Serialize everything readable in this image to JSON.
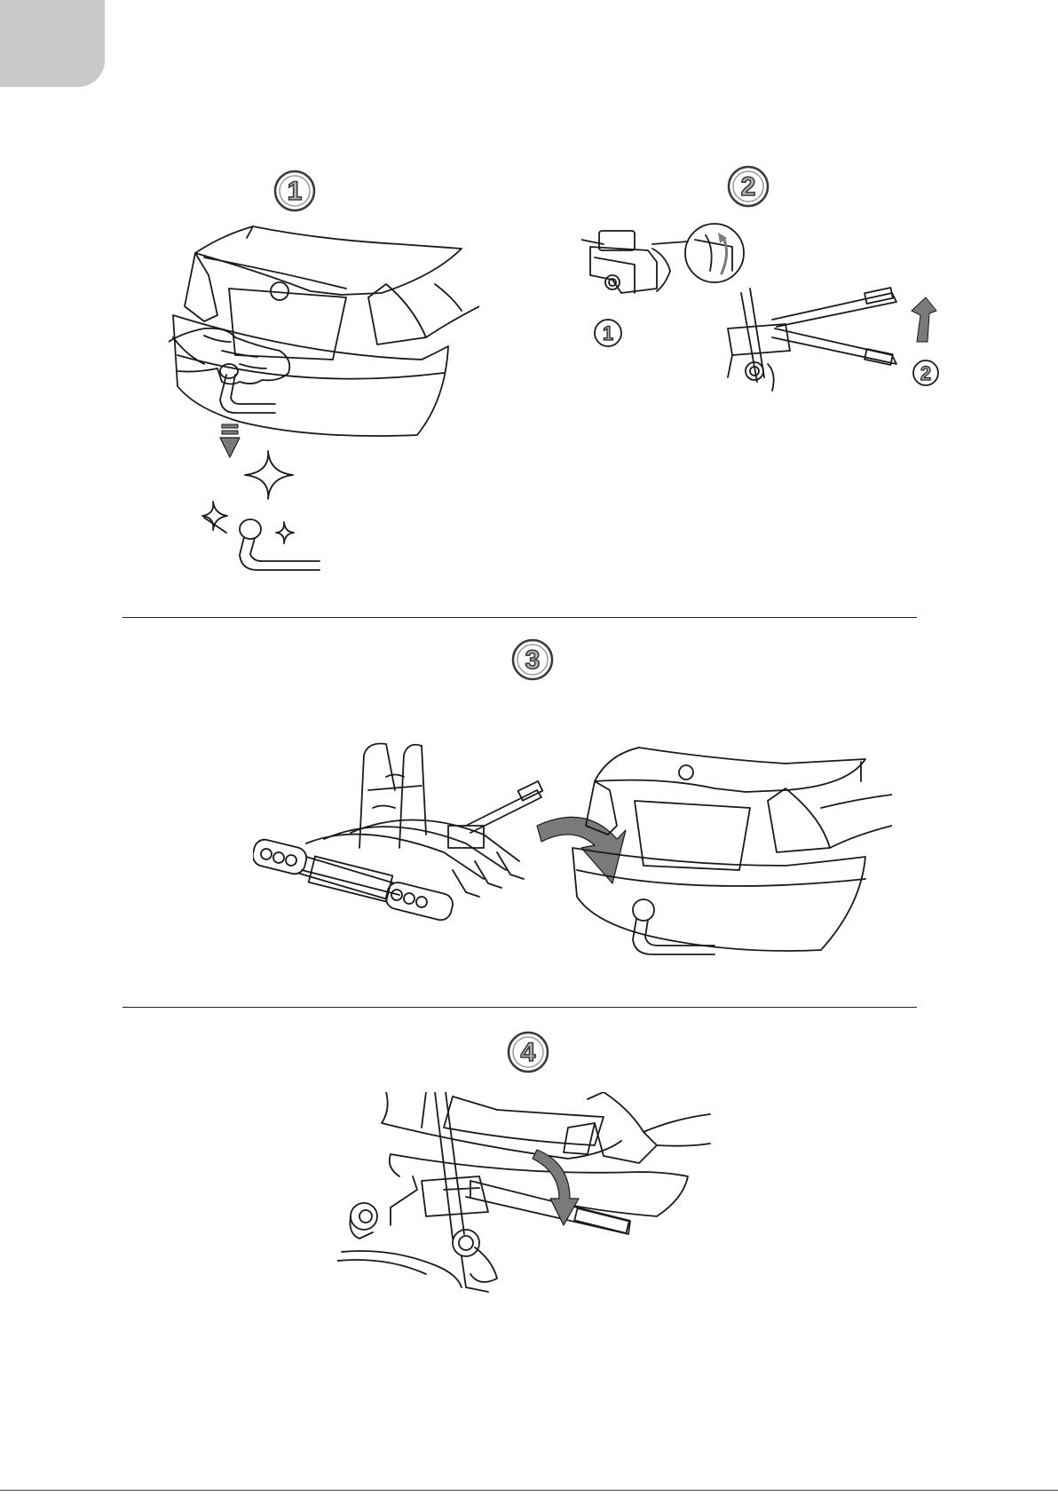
{
  "page": {
    "background": "#ffffff",
    "tab_color": "#c9c9c9",
    "rule_color": "#222222",
    "badge_fill": "#b8b8b8",
    "badge_ring": "#3a3a3a",
    "arrow_fill": "#7a7a7a"
  },
  "steps": [
    {
      "number": "1",
      "illustration": "car-rear-hand-cleaning-towball"
    },
    {
      "number": "2",
      "illustration": "bike-carrier-lock-lever"
    },
    {
      "number": "3",
      "illustration": "bike-carrier-to-towball"
    },
    {
      "number": "4",
      "illustration": "lower-lever-clamp"
    }
  ],
  "step2_callouts": [
    "1",
    "2"
  ]
}
